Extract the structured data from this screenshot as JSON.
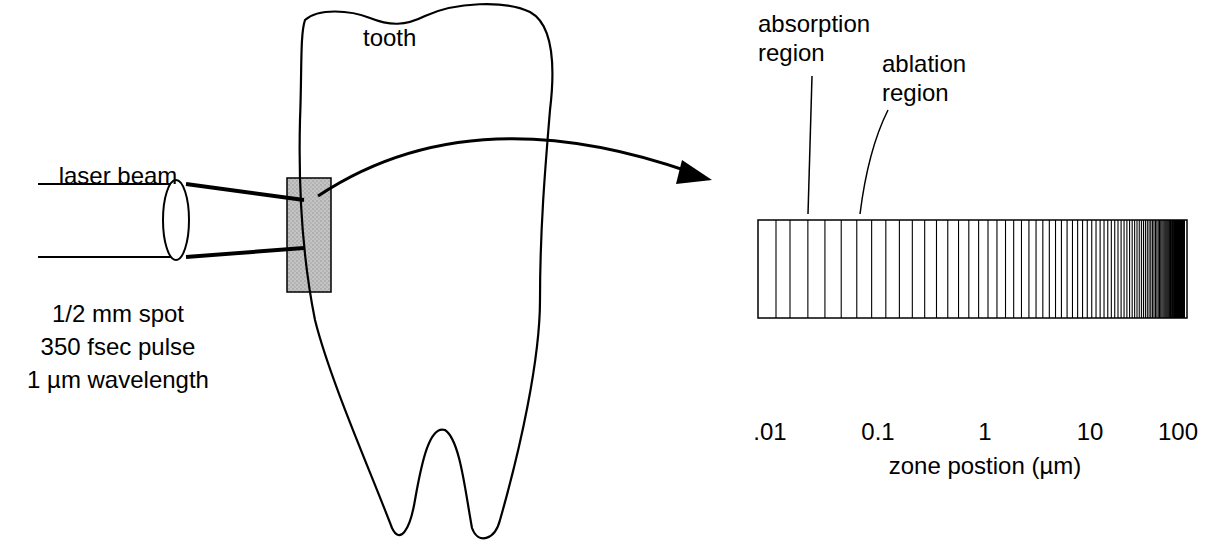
{
  "diagram": {
    "nodes": [
      {
        "text": [
          "tooth"
        ]
      }
    ],
    "labels": [
      "laser beam",
      "1/2 mm spot",
      "350 fsec pulse",
      "1 µm wavelength",
      "absorption region",
      "ablation region",
      ".01",
      "0.1",
      "1",
      "10",
      "100",
      "zone postion (µm)"
    ]
  }
}
